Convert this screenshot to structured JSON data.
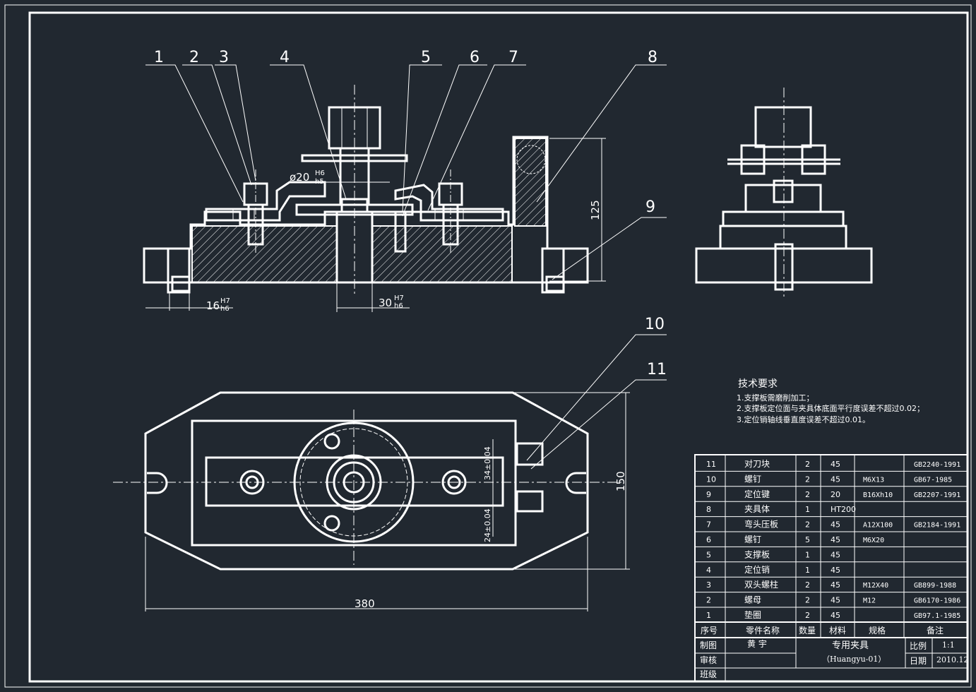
{
  "drawing": {
    "front_view": {
      "balloons": [
        "1",
        "2",
        "3",
        "4",
        "5",
        "6",
        "7",
        "8",
        "9"
      ],
      "dims": {
        "bore_diameter": "ø20",
        "bore_tol_top": "H6",
        "bore_tol_bottom": "h5",
        "left_width": "16",
        "left_tol_top": "H7",
        "left_tol_bottom": "h6",
        "center_width": "30",
        "center_tol_top": "H7",
        "center_tol_bottom": "h6",
        "height": "125"
      }
    },
    "top_view": {
      "balloons": [
        "10",
        "11"
      ],
      "dims": {
        "length": "380",
        "width": "150",
        "upper_offset": "34±0.04",
        "lower_offset": "24±0.04"
      }
    }
  },
  "tech_requirements": {
    "title": "技术要求",
    "items": [
      "1.支撑板需磨削加工；",
      "2.支撑板定位面与夹具体底面平行度误差不超过0.02；",
      "3.定位销轴线垂直度误差不超过0.01。"
    ]
  },
  "bom": {
    "rows": [
      {
        "no": "11",
        "name": "对刀块",
        "qty": "2",
        "material": "45",
        "spec": "",
        "remark": "GB2240-1991"
      },
      {
        "no": "10",
        "name": "螺钉",
        "qty": "2",
        "material": "45",
        "spec": "M6X13",
        "remark": "GB67-1985"
      },
      {
        "no": "9",
        "name": "定位键",
        "qty": "2",
        "material": "20",
        "spec": "B16Xh10",
        "remark": "GB2207-1991"
      },
      {
        "no": "8",
        "name": "夹具体",
        "qty": "1",
        "material": "HT200",
        "spec": "",
        "remark": ""
      },
      {
        "no": "7",
        "name": "弯头压板",
        "qty": "2",
        "material": "45",
        "spec": "A12X100",
        "remark": "GB2184-1991"
      },
      {
        "no": "6",
        "name": "螺钉",
        "qty": "5",
        "material": "45",
        "spec": "M6X20",
        "remark": ""
      },
      {
        "no": "5",
        "name": "支撑板",
        "qty": "1",
        "material": "45",
        "spec": "",
        "remark": ""
      },
      {
        "no": "4",
        "name": "定位销",
        "qty": "1",
        "material": "45",
        "spec": "",
        "remark": ""
      },
      {
        "no": "3",
        "name": "双头螺柱",
        "qty": "2",
        "material": "45",
        "spec": "M12X40",
        "remark": "GB899-1988"
      },
      {
        "no": "2",
        "name": "螺母",
        "qty": "2",
        "material": "45",
        "spec": "M12",
        "remark": "GB6170-1986"
      },
      {
        "no": "1",
        "name": "垫圈",
        "qty": "2",
        "material": "45",
        "spec": "",
        "remark": "GB97.1-1985"
      }
    ],
    "headers": {
      "no": "序号",
      "name": "零件名称",
      "qty": "数量",
      "material": "材料",
      "spec": "规格",
      "remark": "备注"
    }
  },
  "title_block": {
    "drawn_label": "制图",
    "drawn_by": "黄  宇",
    "checked_label": "审核",
    "class_label": "班级",
    "title": "专用夹具",
    "drawing_no": "（Huangyu-01）",
    "scale_label": "比例",
    "scale": "1:1",
    "date_label": "日期",
    "date": "2010.12"
  },
  "colors": {
    "background": "#212830",
    "line": "#ffffff"
  }
}
